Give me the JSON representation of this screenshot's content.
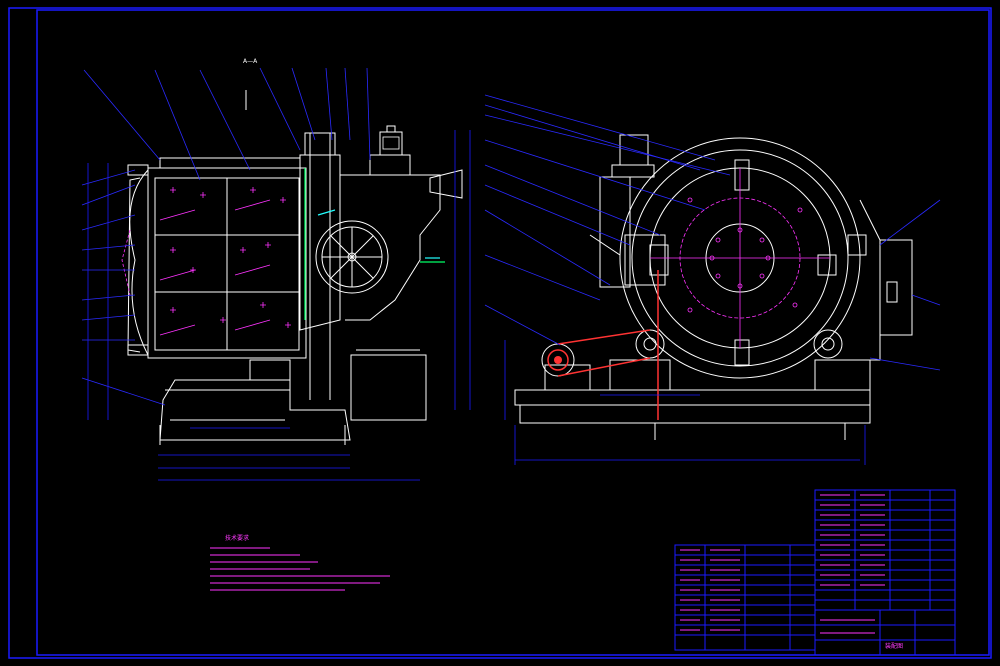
{
  "colors": {
    "background": "#000000",
    "frame": "#1a1aff",
    "linework": "#ffffff",
    "leaders": "#2a2aff",
    "hidden": "#ff33ff",
    "center": "#ff3333",
    "accent_green": "#00ff66",
    "accent_cyan": "#22ffff"
  },
  "drawing": {
    "title_above_front_view": "A—A",
    "notes_heading": "技术要求",
    "title_block_label": "装配图"
  },
  "icons": [
    "motor-icon",
    "pulley-icon",
    "rotor-icon"
  ]
}
